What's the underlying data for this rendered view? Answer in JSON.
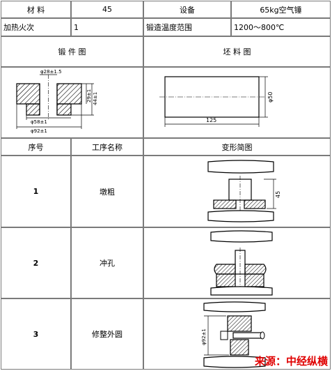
{
  "header": {
    "material_label": "材 料",
    "material_value": "45",
    "equipment_label": "设备",
    "equipment_value": "65kg空气锤",
    "heating_label": "加热火次",
    "heating_value": "1",
    "temp_label": "锻造温度范围",
    "temp_value": "1200～800℃"
  },
  "figures": {
    "forging_title": "锻 件 图",
    "blank_title": "坯 料 图",
    "forging_dims": [
      "φ28±1.5",
      "29±1",
      "44±1",
      "φ58±1",
      "φ92±1"
    ],
    "blank_dims": [
      "φ50",
      "125"
    ]
  },
  "table": {
    "col_seq": "序号",
    "col_name": "工序名称",
    "col_sketch": "变形简图",
    "steps": [
      {
        "seq": "1",
        "name": "墩粗",
        "dim": "45"
      },
      {
        "seq": "2",
        "name": "冲孔"
      },
      {
        "seq": "3",
        "name": "修整外圆",
        "dim": "φ92±1"
      }
    ]
  },
  "watermark": "来源：中经纵横"
}
